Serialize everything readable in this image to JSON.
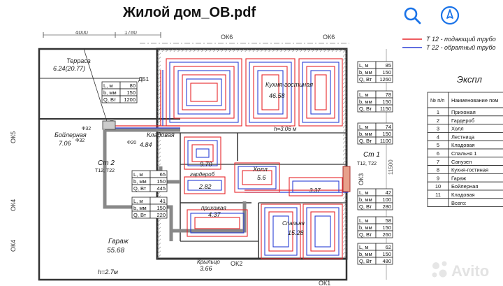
{
  "header": {
    "title": "Жилой дом_ОВ.pdf"
  },
  "toolbar": {
    "search_icon": "search-icon",
    "markup_icon": "pen-icon",
    "accent": "#1a73e8"
  },
  "dimensions": {
    "top_1": "4000",
    "top_2": "1780"
  },
  "axes": {
    "ok6_a": "ОК6",
    "ok6_b": "ОК6",
    "ok5": "ОК5",
    "ok4_a": "ОК4",
    "ok4_b": "ОК4",
    "ok3": "ОК3",
    "ok2": "ОК2",
    "ok1": "ОК1",
    "right_dim": "11500"
  },
  "legend": {
    "supply": "Т 12 - подающий трубо",
    "return": "Т 22 - обратный трубо",
    "supply_color": "#e8262b",
    "return_color": "#2b3fd6"
  },
  "rooms": {
    "terrace": "Терраса",
    "terrace_area": "6.24(20.77)",
    "boiler": "Бойлерная",
    "boiler_area": "7.06",
    "pantry": "Кладовая",
    "pantry_area": "4.84",
    "kitchen": "Кухня-гостиная",
    "kitchen_area": "46.58",
    "h_label": "h=3.06 м",
    "hall_area": "9.70",
    "wardrobe": "гардероб",
    "wardrobe_area": "2.82",
    "hallway": "прихожая",
    "hallway_area": "4.37",
    "hall": "Холл",
    "hall_area2": "5.6",
    "small_area": "3.37",
    "bedroom": "Спальня",
    "bedroom_area": "15.28",
    "garage": "Гараж",
    "garage_area": "55.68",
    "garage_h": "h=2.7м",
    "porch": "Крыльцо",
    "porch_area": "3.66",
    "db1": "ДБ1",
    "d32": "Ф32",
    "d32b": "Ф32",
    "d20": "Ф20"
  },
  "risers": {
    "st2": "Ст 2",
    "st2_pipes": "Т12, Т22",
    "st1": "Ст 1",
    "st1_pipes": "Т12, Т22"
  },
  "loop_tables": [
    {
      "rows": [
        [
          "L, м",
          "80"
        ],
        [
          "b, мм",
          "150"
        ],
        [
          "Q, Вт",
          "1200"
        ]
      ]
    },
    {
      "rows": [
        [
          "L, м",
          "85"
        ],
        [
          "b, мм",
          "150"
        ],
        [
          "Q, Вт",
          "1260"
        ]
      ]
    },
    {
      "rows": [
        [
          "L, м",
          "78"
        ],
        [
          "b, мм",
          "150"
        ],
        [
          "Q, Вт",
          "1150"
        ]
      ]
    },
    {
      "rows": [
        [
          "L, м",
          "74"
        ],
        [
          "b, мм",
          "150"
        ],
        [
          "Q, Вт",
          "1100"
        ]
      ]
    },
    {
      "rows": [
        [
          "L, м",
          "65"
        ],
        [
          "b, мм",
          "150"
        ],
        [
          "Q, Вт",
          "445"
        ]
      ]
    },
    {
      "rows": [
        [
          "L, м",
          "41"
        ],
        [
          "b, мм",
          "150"
        ],
        [
          "Q, Вт",
          "220"
        ]
      ]
    },
    {
      "rows": [
        [
          "L, м",
          "42"
        ],
        [
          "b, мм",
          "100"
        ],
        [
          "Q, Вт",
          "280"
        ]
      ]
    },
    {
      "rows": [
        [
          "L, м",
          "58"
        ],
        [
          "b, мм",
          "150"
        ],
        [
          "Q, Вт",
          "260"
        ]
      ]
    },
    {
      "rows": [
        [
          "L, м",
          "62"
        ],
        [
          "b, мм",
          "150"
        ],
        [
          "Q, Вт",
          "480"
        ]
      ]
    }
  ],
  "explication": {
    "title": "Экспл",
    "head_num": "№ п/п",
    "head_name": "Наименование пом",
    "rows": [
      [
        "1",
        "Прихожая"
      ],
      [
        "2",
        "Гардероб"
      ],
      [
        "3",
        "Холл"
      ],
      [
        "4",
        "Лестница"
      ],
      [
        "5",
        "Кладовая"
      ],
      [
        "6",
        "Спальня 1"
      ],
      [
        "7",
        "Санузел"
      ],
      [
        "8",
        "Кухня-гостиная"
      ],
      [
        "9",
        "Гараж"
      ],
      [
        "10",
        "Бойлерная"
      ],
      [
        "11",
        "Кладовая"
      ],
      [
        "",
        "Всего:"
      ]
    ]
  },
  "watermark": {
    "text": "Avito"
  }
}
